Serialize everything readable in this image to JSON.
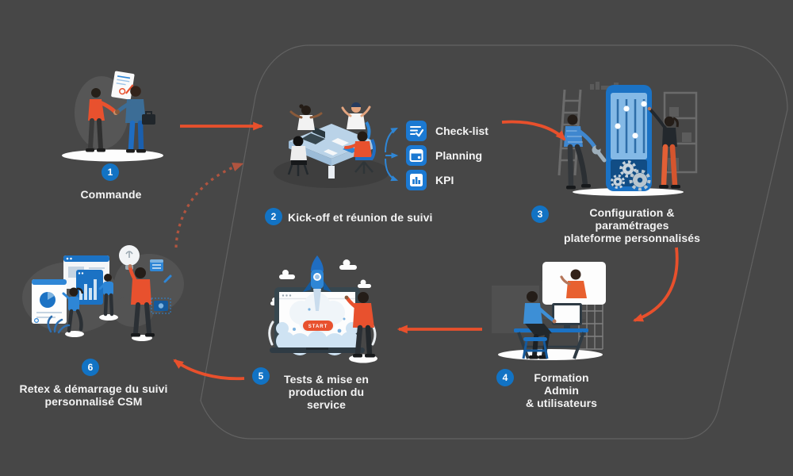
{
  "diagram": {
    "colors": {
      "background": "#474747",
      "flow_outline": "#787878",
      "arrow": "#e8502c",
      "feedback_arrow": "#b0543f",
      "blue_accent": "#2e86d6",
      "number_badge": "#1273c4",
      "icon_tile": "#1b79d2",
      "label_text": "#f3f3f3"
    },
    "steps": [
      {
        "number": "1",
        "illustration": "handshake-order",
        "lines": [
          "Commande"
        ]
      },
      {
        "number": "2",
        "illustration": "team-kickoff-meeting",
        "lines": [
          "Kick-off et réunion de suivi"
        ]
      },
      {
        "number": "3",
        "illustration": "platform-configuration",
        "lines": [
          "Configuration & paramétrages",
          "plateforme personnalisés"
        ]
      },
      {
        "number": "4",
        "illustration": "admin-users-training",
        "lines": [
          "Formation Admin",
          "& utilisateurs"
        ]
      },
      {
        "number": "5",
        "illustration": "rocket-launch-production",
        "lines": [
          "Tests & mise en",
          "production du service"
        ]
      },
      {
        "number": "6",
        "illustration": "retex-dashboard-review",
        "lines": [
          "Retex & démarrage du suivi",
          "personnalisé CSM"
        ]
      }
    ],
    "meeting_outputs": [
      {
        "icon": "checklist-icon",
        "label": "Check-list"
      },
      {
        "icon": "calendar-icon",
        "label": "Planning"
      },
      {
        "icon": "kpi-chart-icon",
        "label": "KPI"
      }
    ],
    "illustration_texts": {
      "start_button": "START"
    }
  }
}
